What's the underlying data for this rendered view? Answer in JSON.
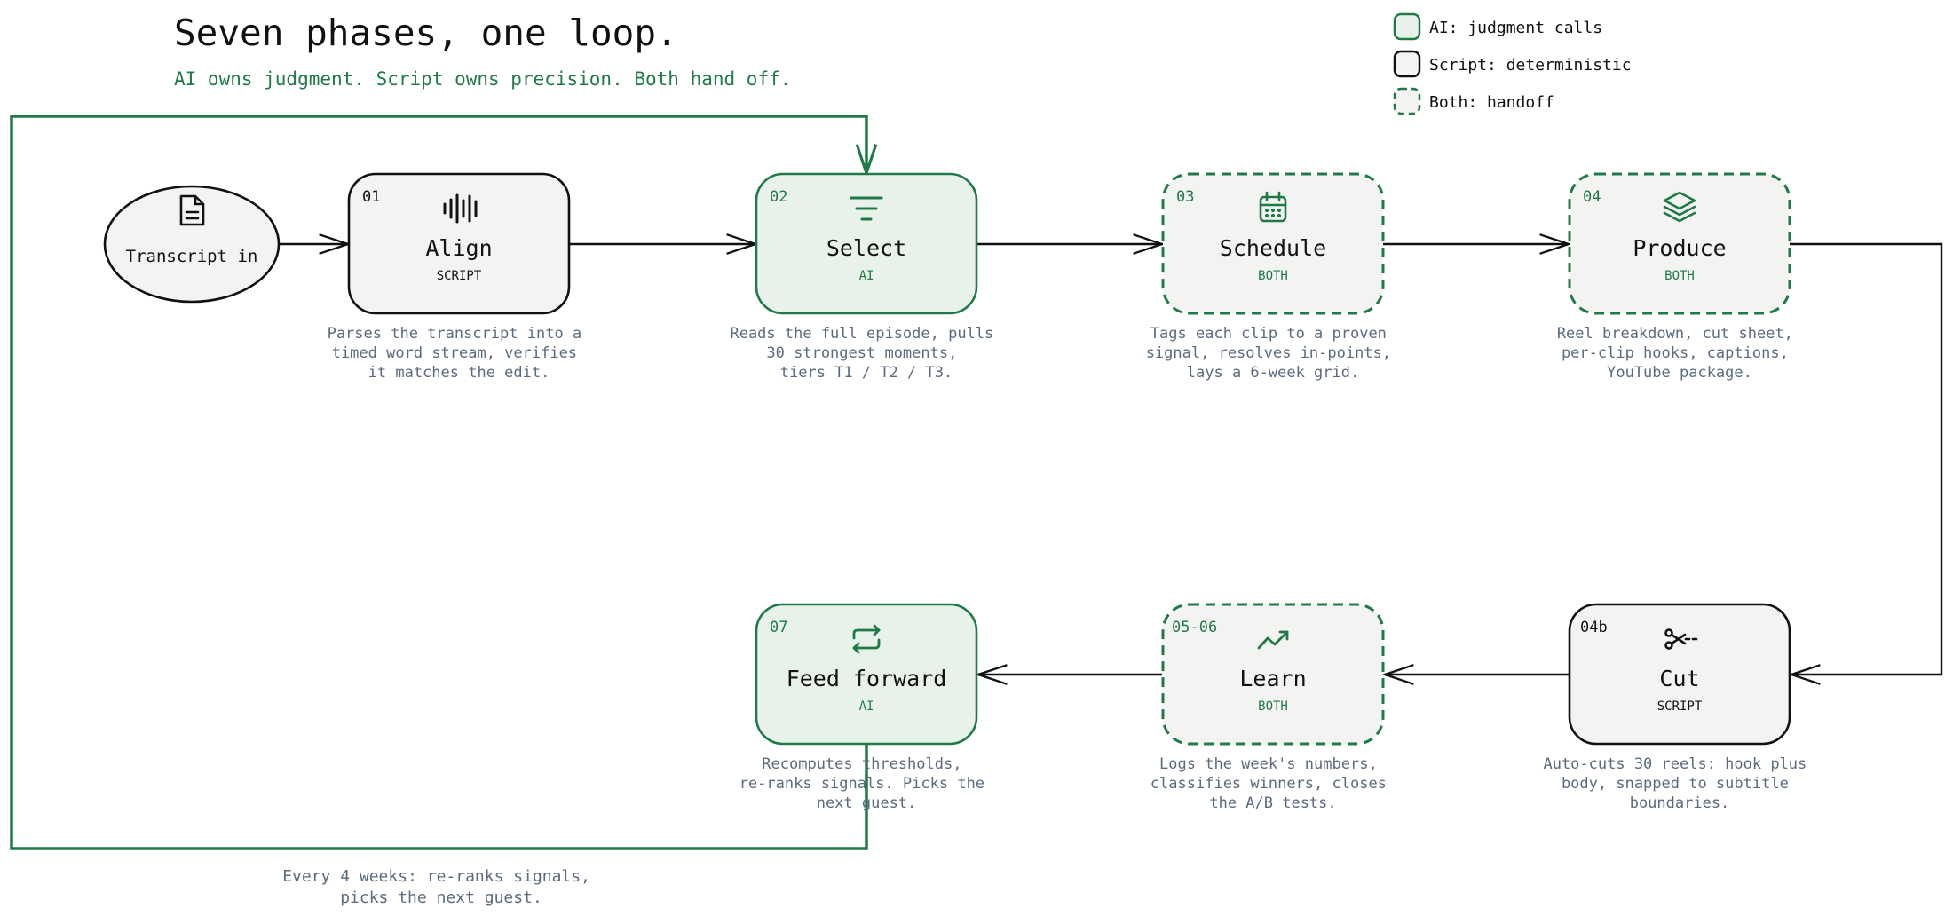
{
  "header": {
    "title": "Seven phases, one loop.",
    "subtitle": "AI owns judgment. Script owns precision. Both hand off."
  },
  "legend": {
    "ai": "AI: judgment calls",
    "script": "Script: deterministic",
    "both": "Both: handoff"
  },
  "colors": {
    "accent": "#1f7a47",
    "ai_fill": "#e8f2ea",
    "node_fill": "#f3f3f1",
    "ink": "#111111",
    "desc": "#5a6b80"
  },
  "start": {
    "label": "Transcript in",
    "icon": "document-icon"
  },
  "nodes": {
    "align": {
      "num": "01",
      "title": "Align",
      "kind": "SCRIPT",
      "icon": "waveform-icon",
      "desc": [
        "Parses the transcript into a",
        "timed word stream, verifies",
        "it matches the edit."
      ]
    },
    "select": {
      "num": "02",
      "title": "Select",
      "kind": "AI",
      "icon": "filter-icon",
      "desc": [
        "Reads the full episode, pulls",
        "30 strongest moments,",
        "tiers T1 / T2 / T3."
      ]
    },
    "schedule": {
      "num": "03",
      "title": "Schedule",
      "kind": "BOTH",
      "icon": "calendar-icon",
      "desc": [
        "Tags each clip to a proven",
        "signal, resolves in-points,",
        "lays a 6-week grid."
      ]
    },
    "produce": {
      "num": "04",
      "title": "Produce",
      "kind": "BOTH",
      "icon": "layers-icon",
      "desc": [
        "Reel breakdown, cut sheet,",
        "per-clip hooks, captions,",
        "YouTube package."
      ]
    },
    "cut": {
      "num": "04b",
      "title": "Cut",
      "kind": "SCRIPT",
      "icon": "scissors-icon",
      "desc": [
        "Auto-cuts 30 reels: hook plus",
        "body, snapped to subtitle",
        "boundaries."
      ]
    },
    "learn": {
      "num": "05-06",
      "title": "Learn",
      "kind": "BOTH",
      "icon": "trending-up-icon",
      "desc": [
        "Logs the week's numbers,",
        "classifies winners, closes",
        "the A/B tests."
      ]
    },
    "feed": {
      "num": "07",
      "title": "Feed forward",
      "kind": "AI",
      "icon": "repeat-icon",
      "desc": [
        "Recomputes thresholds,",
        "re-ranks signals. Picks the",
        "next guest."
      ]
    }
  },
  "loop_note": [
    "Every 4 weeks: re-ranks signals,",
    "picks the next guest."
  ]
}
